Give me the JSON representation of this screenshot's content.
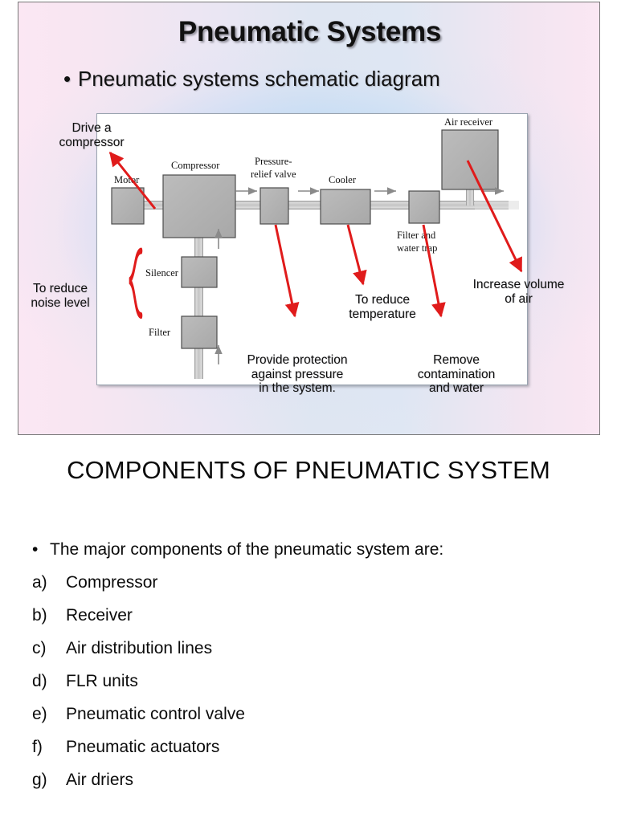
{
  "slide": {
    "title": "Pneumatic Systems",
    "bullet": "Pneumatic systems schematic diagram"
  },
  "diagram": {
    "component_labels": {
      "motor": "Motor",
      "compressor": "Compressor",
      "pressure_relief_valve": "Pressure-\nrelief valve",
      "cooler": "Cooler",
      "filter_water_trap": "Filter and\nwater trap",
      "air_receiver": "Air receiver",
      "silencer": "Silencer",
      "filter": "Filter"
    },
    "annotations": [
      {
        "id": "drive-a-compressor",
        "text": "Drive a\ncompressor"
      },
      {
        "id": "to-reduce-noise-level",
        "text": "To reduce\nnoise level"
      },
      {
        "id": "provide-protection",
        "text": "Provide protection\nagainst pressure\nin the system."
      },
      {
        "id": "to-reduce-temperature",
        "text": "To reduce\ntemperature"
      },
      {
        "id": "remove-contamination",
        "text": "Remove\ncontamination\nand water"
      },
      {
        "id": "increase-volume-of-air",
        "text": "Increase volume\nof air"
      }
    ],
    "colors": {
      "box_fill": "#b0b0b0",
      "box_stroke": "#4d4d4d",
      "pipe_fill": "#c8c8c8",
      "annotation_arrow": "#e01b1b",
      "brace": "#e01b1b",
      "flow_arrow": "#8a8a8a"
    }
  },
  "components_section": {
    "title": "COMPONENTS OF PNEUMATIC SYSTEM",
    "lead": "The major components of the pneumatic system are:",
    "items": [
      {
        "marker": "a)",
        "label": "Compressor"
      },
      {
        "marker": "b)",
        "label": "Receiver"
      },
      {
        "marker": "c)",
        "label": "Air distribution lines"
      },
      {
        "marker": "d)",
        "label": "FLR units"
      },
      {
        "marker": "e)",
        "label": "Pneumatic control valve"
      },
      {
        "marker": "f)",
        "label": "Pneumatic actuators"
      },
      {
        "marker": "g)",
        "label": "Air driers"
      }
    ]
  }
}
